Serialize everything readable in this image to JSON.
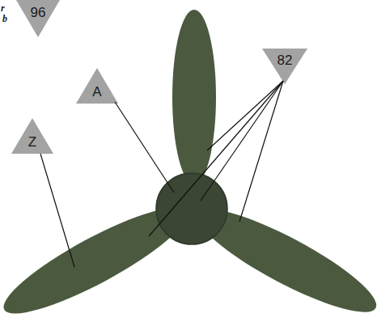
{
  "diagram": {
    "labels": [
      "r",
      "b",
      "96",
      "A",
      "Z",
      "82"
    ]
  }
}
